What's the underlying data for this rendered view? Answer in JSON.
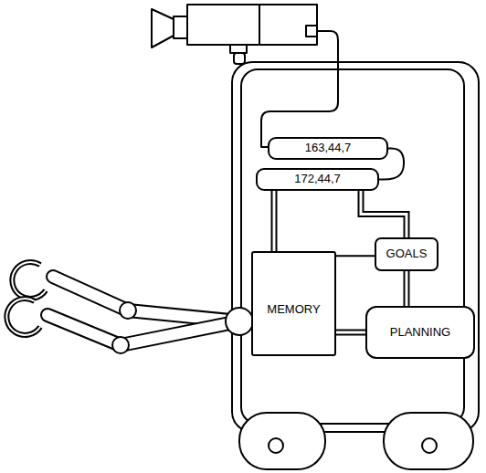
{
  "diagram": {
    "nodes": [
      {
        "text": [
          "163,44,7"
        ]
      },
      {
        "text": [
          "172,44,7"
        ]
      },
      {
        "text": [
          "MEMORY"
        ]
      },
      {
        "text": [
          "GOALS"
        ]
      },
      {
        "text": [
          "PLANNING"
        ]
      }
    ],
    "edges": [
      {
        "from": 0,
        "to": 1,
        "arrow": "none"
      },
      {
        "from": 1,
        "to": 2,
        "arrow": "none"
      },
      {
        "from": 1,
        "to": 3,
        "arrow": "none"
      },
      {
        "from": 2,
        "to": 3,
        "arrow": "none"
      },
      {
        "from": 3,
        "to": 4,
        "arrow": "none"
      },
      {
        "from": 2,
        "to": 4,
        "arrow": "none"
      }
    ]
  }
}
